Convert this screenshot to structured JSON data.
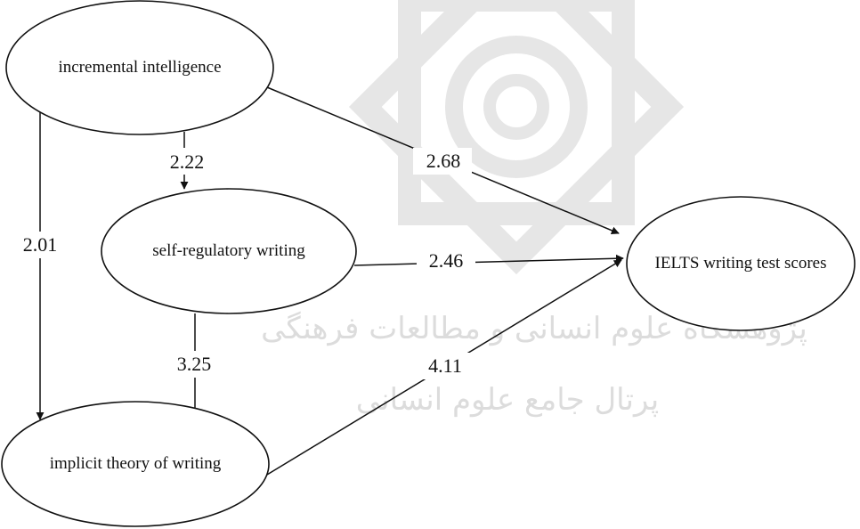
{
  "diagram": {
    "nodes": {
      "incremental_intelligence": "incremental intelligence",
      "self_regulatory_writing": "self-regulatory writing",
      "implicit_theory": "implicit theory of writing",
      "ielts_scores": "IELTS writing test scores"
    },
    "edges": {
      "ii_to_srw": "2.22",
      "ii_to_implicit": "2.01",
      "ii_to_ielts": "2.68",
      "srw_to_ielts": "2.46",
      "srw_to_implicit": "3.25",
      "implicit_to_ielts": "4.11"
    }
  },
  "watermark": {
    "line1": "پژوهشگاه علوم انسانی و مطالعات فرهنگی",
    "line2": "پرتال جامع علوم انسانی"
  },
  "colors": {
    "ink": "#111111",
    "watermark": "#dcdcdc",
    "background": "#ffffff"
  }
}
